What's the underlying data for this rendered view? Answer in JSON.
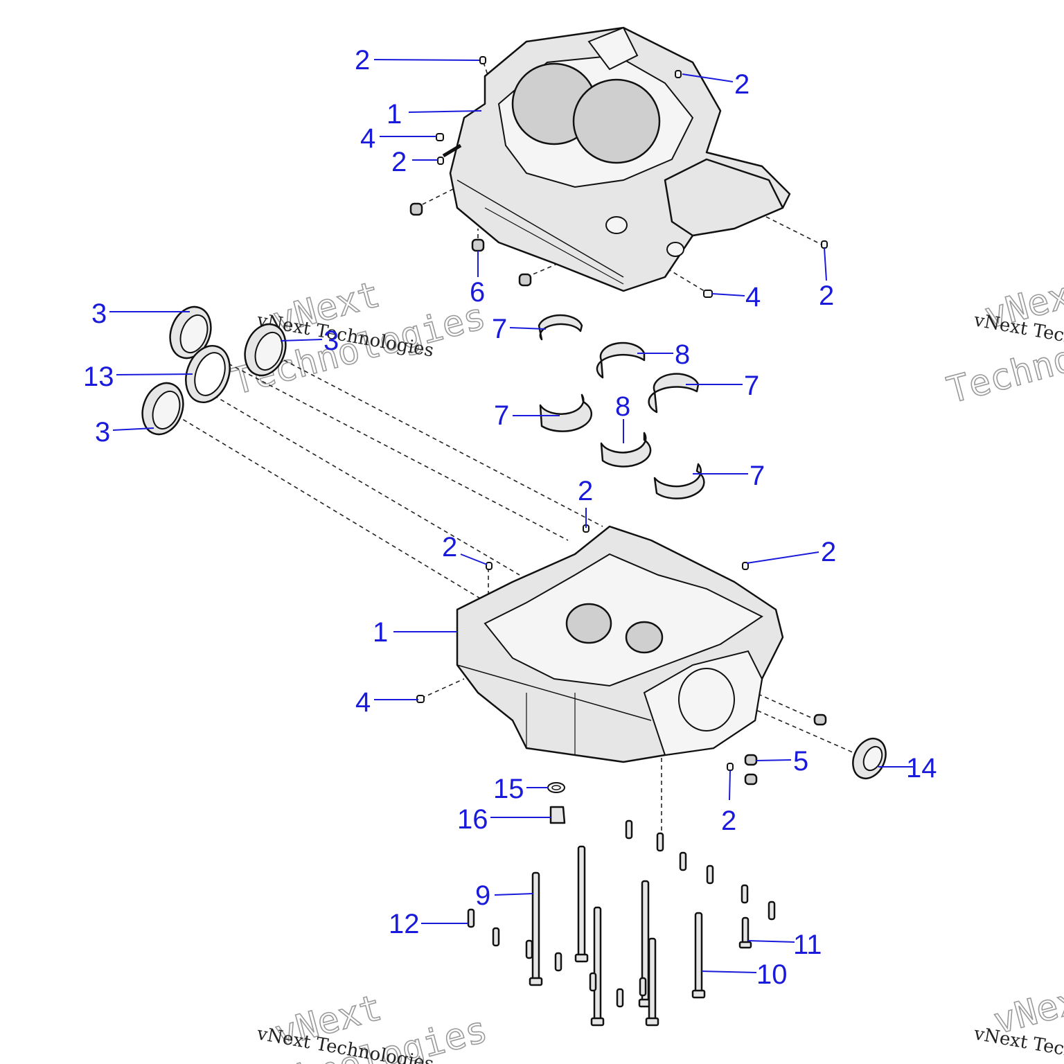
{
  "watermark": {
    "line1": "vNext",
    "line2": "Technologies",
    "caption": "vNext Technologies"
  },
  "colors": {
    "callout": "#1a1adb",
    "part_fill": "#e6e6e6",
    "outline": "#111111"
  },
  "callouts": {
    "c2a": "2",
    "c2b": "2",
    "c1a": "1",
    "c4a": "4",
    "c2c": "2",
    "c6": "6",
    "c4b": "4",
    "c2d": "2",
    "c3a": "3",
    "c3b": "3",
    "c13": "13",
    "c3c": "3",
    "c7a": "7",
    "c8a": "8",
    "c7b": "7",
    "c7c": "7",
    "c8b": "8",
    "c7d": "7",
    "c2e": "2",
    "c2f": "2",
    "c2g": "2",
    "c1b": "1",
    "c4c": "4",
    "c5": "5",
    "c14": "14",
    "c2h": "2",
    "c15": "15",
    "c16": "16",
    "c9": "9",
    "c12": "12",
    "c11": "11",
    "c10": "10"
  }
}
